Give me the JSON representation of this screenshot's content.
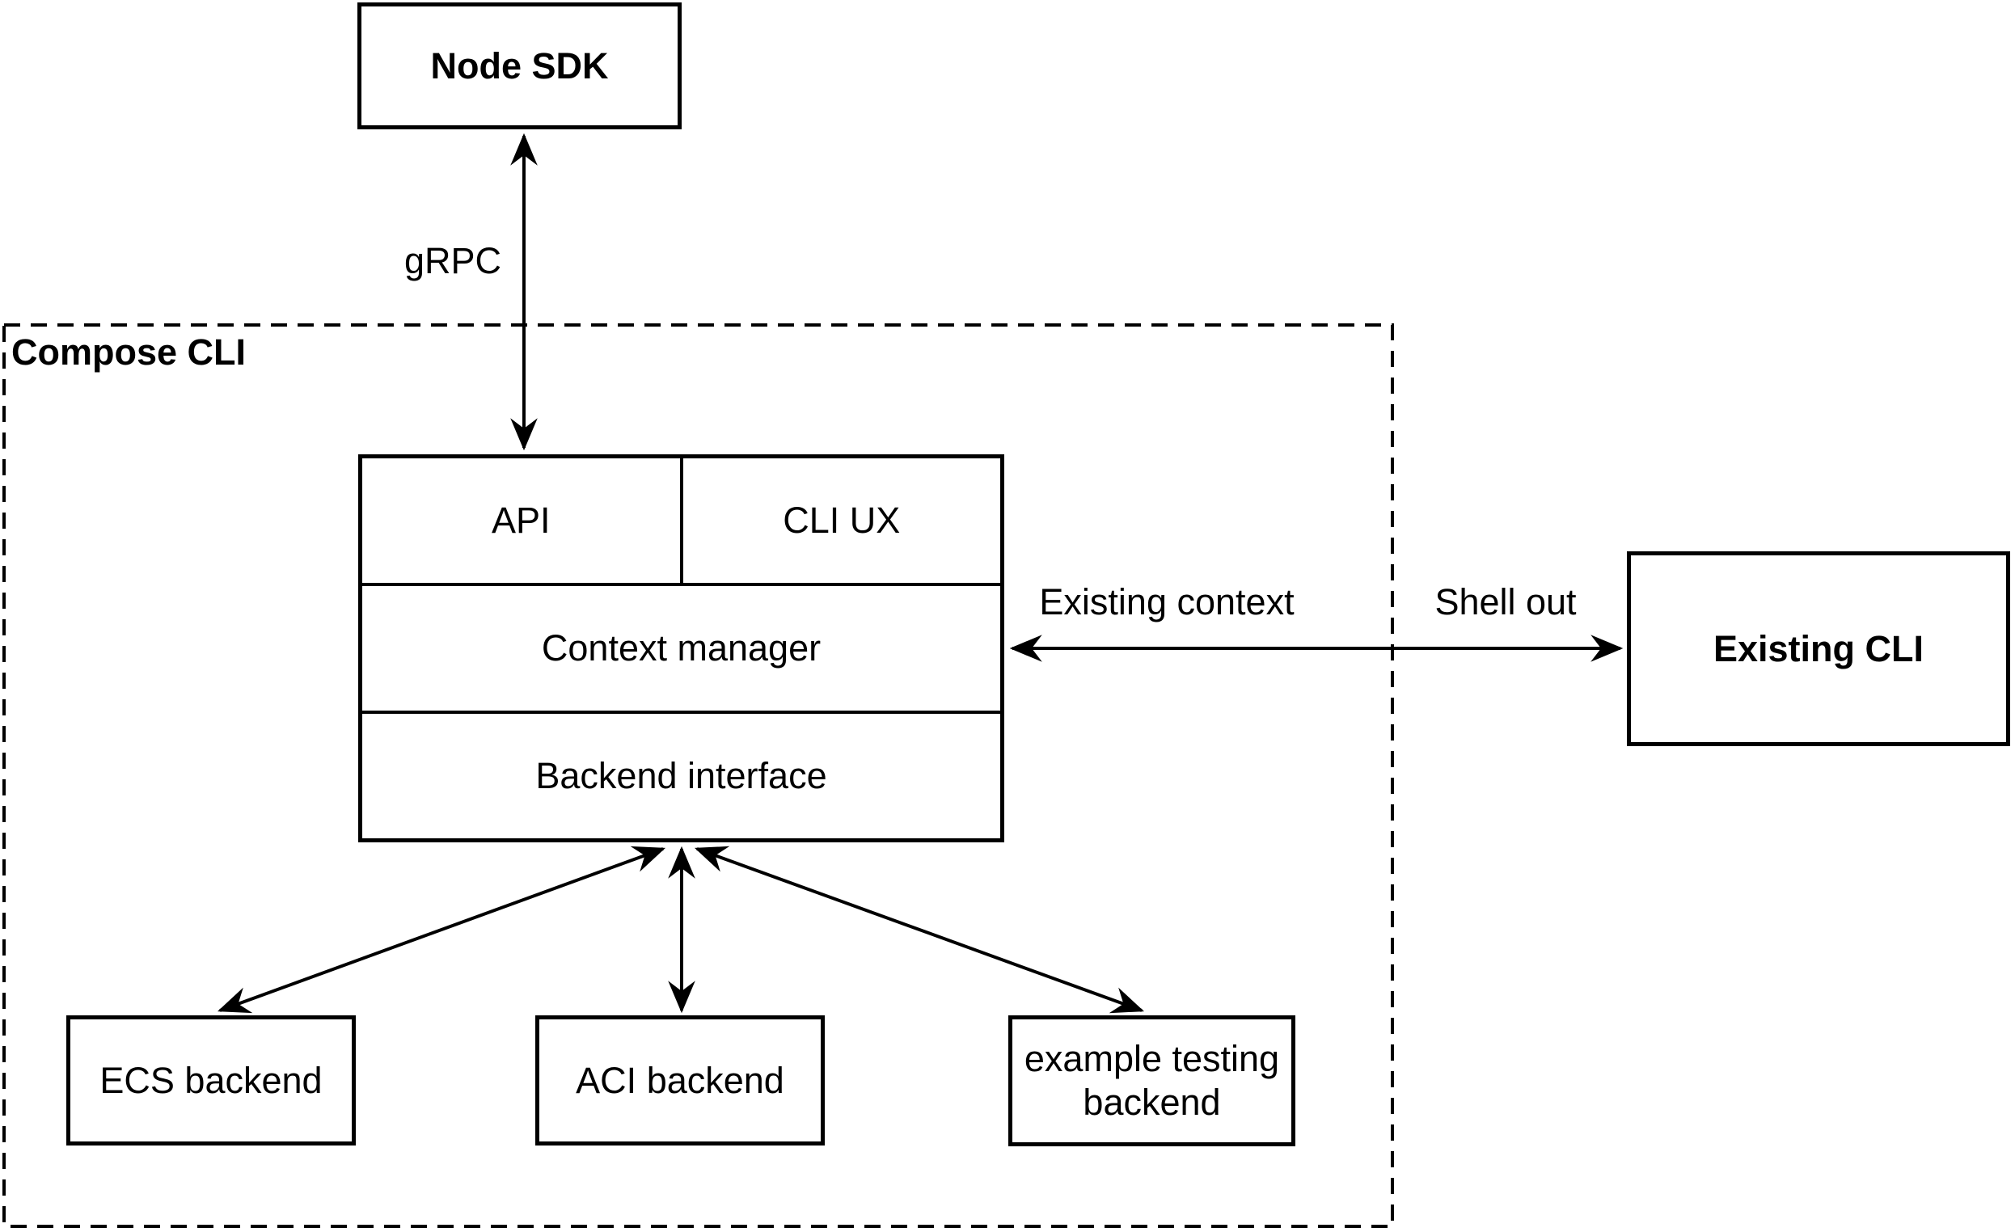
{
  "diagram_type": "architecture-diagram",
  "colors": {
    "background": "#ffffff",
    "stroke": "#000000",
    "text": "#000000"
  },
  "nodes": {
    "node_sdk": "Node SDK",
    "compose_cli_group": "Compose CLI",
    "api": "API",
    "cli_ux": "CLI UX",
    "context_manager": "Context manager",
    "backend_interface": "Backend interface",
    "existing_cli": "Existing CLI",
    "ecs_backend": "ECS backend",
    "aci_backend": "ACI backend",
    "example_testing_backend": "example testing backend"
  },
  "edge_labels": {
    "grpc": "gRPC",
    "existing_context": "Existing context",
    "shell_out": "Shell out"
  },
  "edges": [
    {
      "from": "node_sdk",
      "to": "api",
      "label": "gRPC",
      "style": "double-arrow"
    },
    {
      "from": "context_manager",
      "to": "existing_cli",
      "labels": [
        "Existing context",
        "Shell out"
      ],
      "style": "double-arrow"
    },
    {
      "from": "backend_interface",
      "to": "ecs_backend",
      "style": "double-arrow"
    },
    {
      "from": "backend_interface",
      "to": "aci_backend",
      "style": "double-arrow"
    },
    {
      "from": "backend_interface",
      "to": "example_testing_backend",
      "style": "double-arrow"
    }
  ]
}
